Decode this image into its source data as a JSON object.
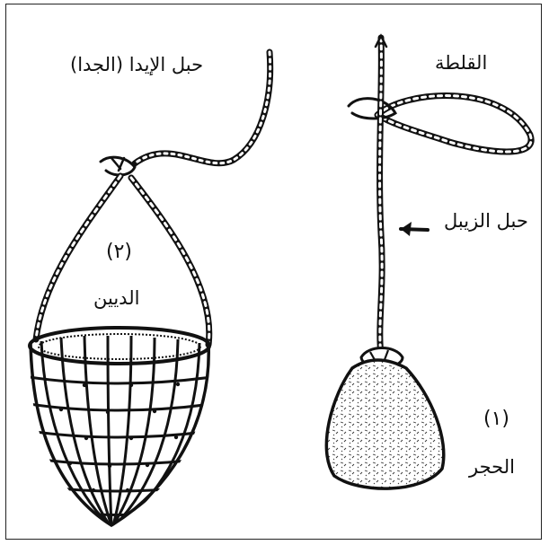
{
  "labels": {
    "idaa_rope": "حبل الإيدا (الجدا)",
    "qalta": "القلطة",
    "zabeel_rope": "حبل الزيبل",
    "number_2": "(٢)",
    "dayyin": "الديين",
    "number_1": "(١)",
    "hajar": "الحجر"
  },
  "icons": {
    "arrow": "left-arrow-icon"
  }
}
